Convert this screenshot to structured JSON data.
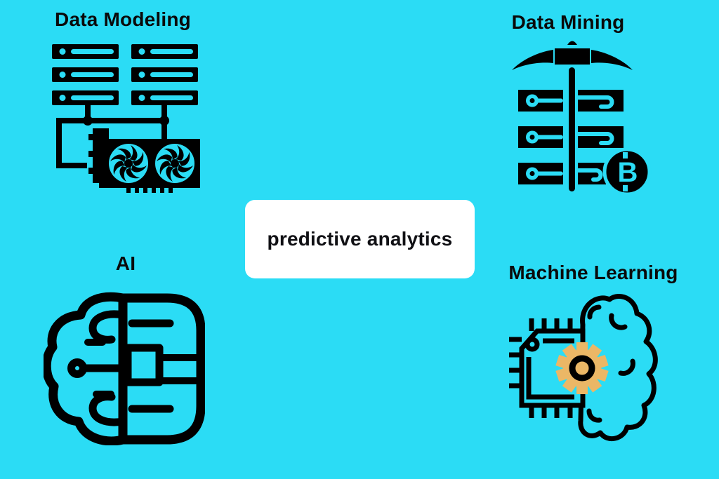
{
  "center_box": {
    "label": "predictive analytics",
    "background": "#FFFFFF",
    "text_color": "#101014"
  },
  "nodes": [
    {
      "id": "data-modeling",
      "label": "Data Modeling",
      "icon": "server-gpu-icon",
      "position": "top-left"
    },
    {
      "id": "data-mining",
      "label": "Data Mining",
      "icon": "pickaxe-servers-bitcoin-icon",
      "position": "top-right"
    },
    {
      "id": "ai",
      "label": "AI",
      "icon": "brain-circuit-icon",
      "position": "bottom-left"
    },
    {
      "id": "machine-learning",
      "label": "Machine Learning",
      "icon": "chip-brain-gear-icon",
      "position": "bottom-right"
    }
  ],
  "colors": {
    "background_cyan": "#2BDCF5",
    "icon_black": "#000000",
    "gear_gold": "#EBB766",
    "box_white": "#FFFFFF",
    "label_black": "#0A0A0A"
  }
}
